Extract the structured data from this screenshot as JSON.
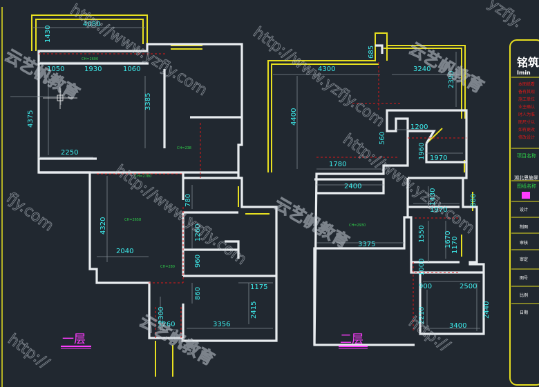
{
  "colors": {
    "background": "#212830",
    "wall": "#e8ecef",
    "dimension": "#3ef0f0",
    "window": "#e8e020",
    "axis": "#e01818",
    "label": "#ff3cff",
    "ceiling": "#2fd24a"
  },
  "floor1": {
    "label": "一层",
    "dims": [
      "4080",
      "1430",
      "1050",
      "1930",
      "1060",
      "4375",
      "3385",
      "2250",
      "4320",
      "780",
      "1260",
      "960",
      "860",
      "2040",
      "1175",
      "2300",
      "2415",
      "1260",
      "3356"
    ],
    "ceiling": [
      "CH=2600",
      "CH=238",
      "CH=2780",
      "CH=2658",
      "CH=280"
    ]
  },
  "floor2": {
    "label": "二层",
    "dims": [
      "685",
      "4300",
      "3240",
      "2390",
      "4400",
      "560",
      "1200",
      "1960",
      "1970",
      "1780",
      "2400",
      "1430",
      "880",
      "1970",
      "1550",
      "1670",
      "1170",
      "3375",
      "1000",
      "900",
      "2500",
      "2210",
      "2440",
      "3400"
    ],
    "ceiling": [
      "CH=2930"
    ]
  },
  "watermark": {
    "url": "http://www.yzfjy.com",
    "url_short": "fjy.com",
    "url_right": "yzfjy.",
    "url_bottom": "http://",
    "company": "云艺帆教育"
  },
  "title_block": {
    "title": "铭筑",
    "subtitle": "Imin",
    "notes": [
      "本图纸看",
      "备有其现",
      "施工单位",
      "业主确认",
      "时人为准",
      "图尺寸以",
      "如有更改",
      "修改设计"
    ],
    "project_name_label": "项目名称",
    "project_name": "湖北恩施翠",
    "drawing_name_label": "图纸名称",
    "fields": [
      "设计",
      "制图",
      "审核",
      "审定",
      "图号",
      "比例",
      "日期"
    ]
  }
}
